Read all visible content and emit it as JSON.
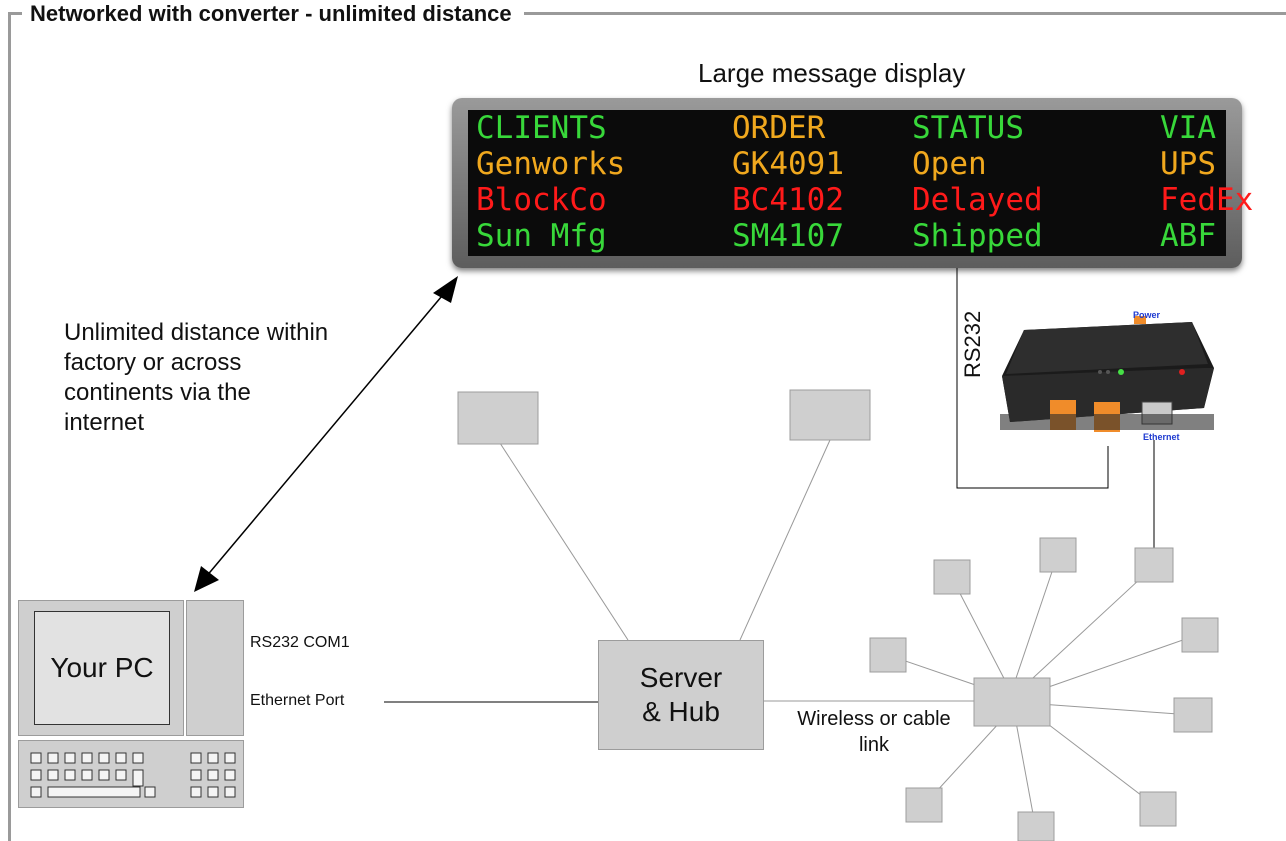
{
  "frame": {
    "title": "Networked with converter - unlimited distance"
  },
  "labels": {
    "display": "Large message display",
    "distance": [
      "Unlimited distance within",
      "factory or across",
      "continents via the",
      "internet"
    ],
    "rs232_com1": "RS232 COM1",
    "ethernet_port": "Ethernet Port",
    "rs232": "RS232",
    "wireless": [
      "Wireless or cable",
      "link"
    ]
  },
  "server": {
    "line1": "Server",
    "line2": "& Hub"
  },
  "pc": {
    "label": "Your PC"
  },
  "converter": {
    "power_label": "Power",
    "ethernet_label": "Ethernet"
  },
  "sign": {
    "colors": {
      "green": "#38d83a",
      "amber": "#f0a81e",
      "red": "#ff1a1a"
    },
    "rows": [
      {
        "color": "green",
        "cells": [
          "CLIENTS"
        ],
        "cell_colors": [
          "green",
          "amber",
          "green",
          "green"
        ],
        "all": [
          "CLIENTS",
          "ORDER",
          "STATUS",
          "VIA"
        ]
      },
      {
        "color": "amber",
        "all": [
          "Genworks",
          "GK4091",
          "Open",
          "UPS"
        ]
      },
      {
        "color": "red",
        "all": [
          "BlockCo",
          "BC4102",
          "Delayed",
          "FedEx"
        ]
      },
      {
        "color": "green",
        "all": [
          "Sun Mfg",
          "SM4107",
          "Shipped",
          "ABF"
        ]
      }
    ]
  }
}
